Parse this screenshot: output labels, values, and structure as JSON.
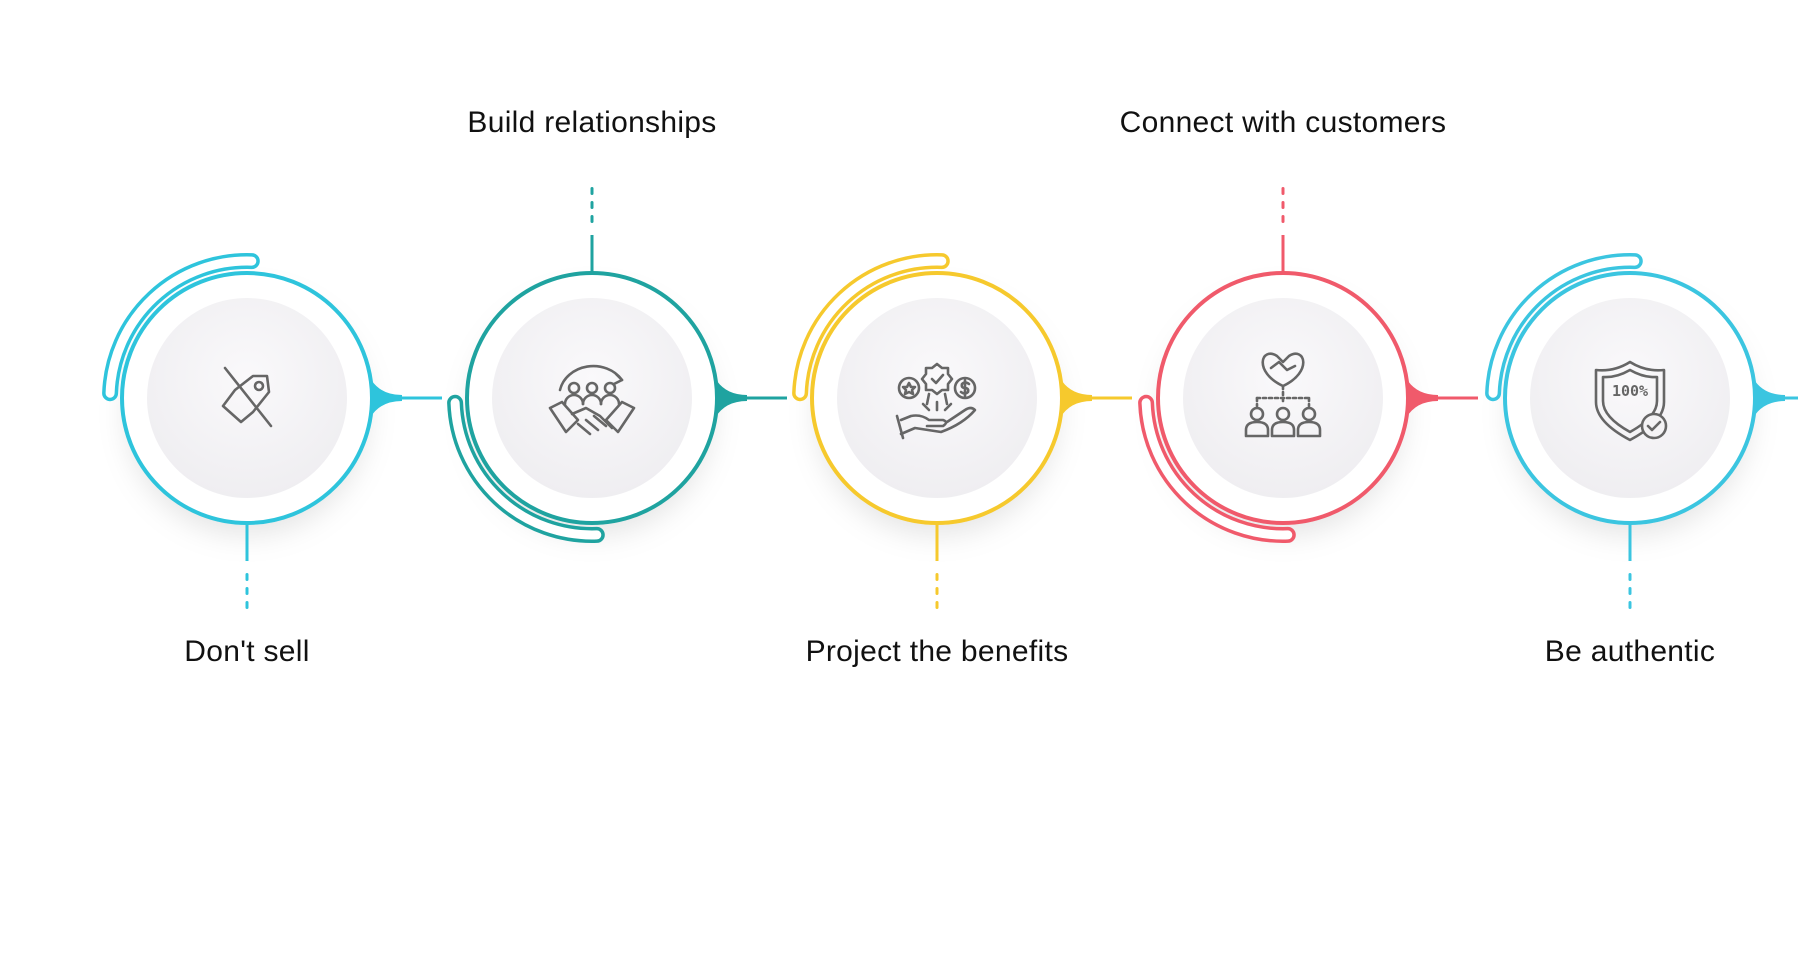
{
  "steps": [
    {
      "label": "Don't sell",
      "color": "#2EC4DC",
      "icon": "no-price-tag-icon",
      "label_position": "below"
    },
    {
      "label": "Build relationships",
      "color": "#1FA3A0",
      "icon": "team-handshake-icon",
      "label_position": "above"
    },
    {
      "label": "Project the benefits",
      "color": "#F6C92D",
      "icon": "benefits-hand-icon",
      "label_position": "below"
    },
    {
      "label": "Connect with customers",
      "color": "#F05A6B",
      "icon": "customer-network-icon",
      "label_position": "above"
    },
    {
      "label": "Be authentic",
      "color": "#3BC5E0",
      "icon": "authentic-shield-icon",
      "label_position": "below"
    }
  ],
  "shield_text": "100%",
  "colors": {
    "icon_stroke": "#666666",
    "inner_disc": "#F4F3F5",
    "text": "#111111"
  }
}
